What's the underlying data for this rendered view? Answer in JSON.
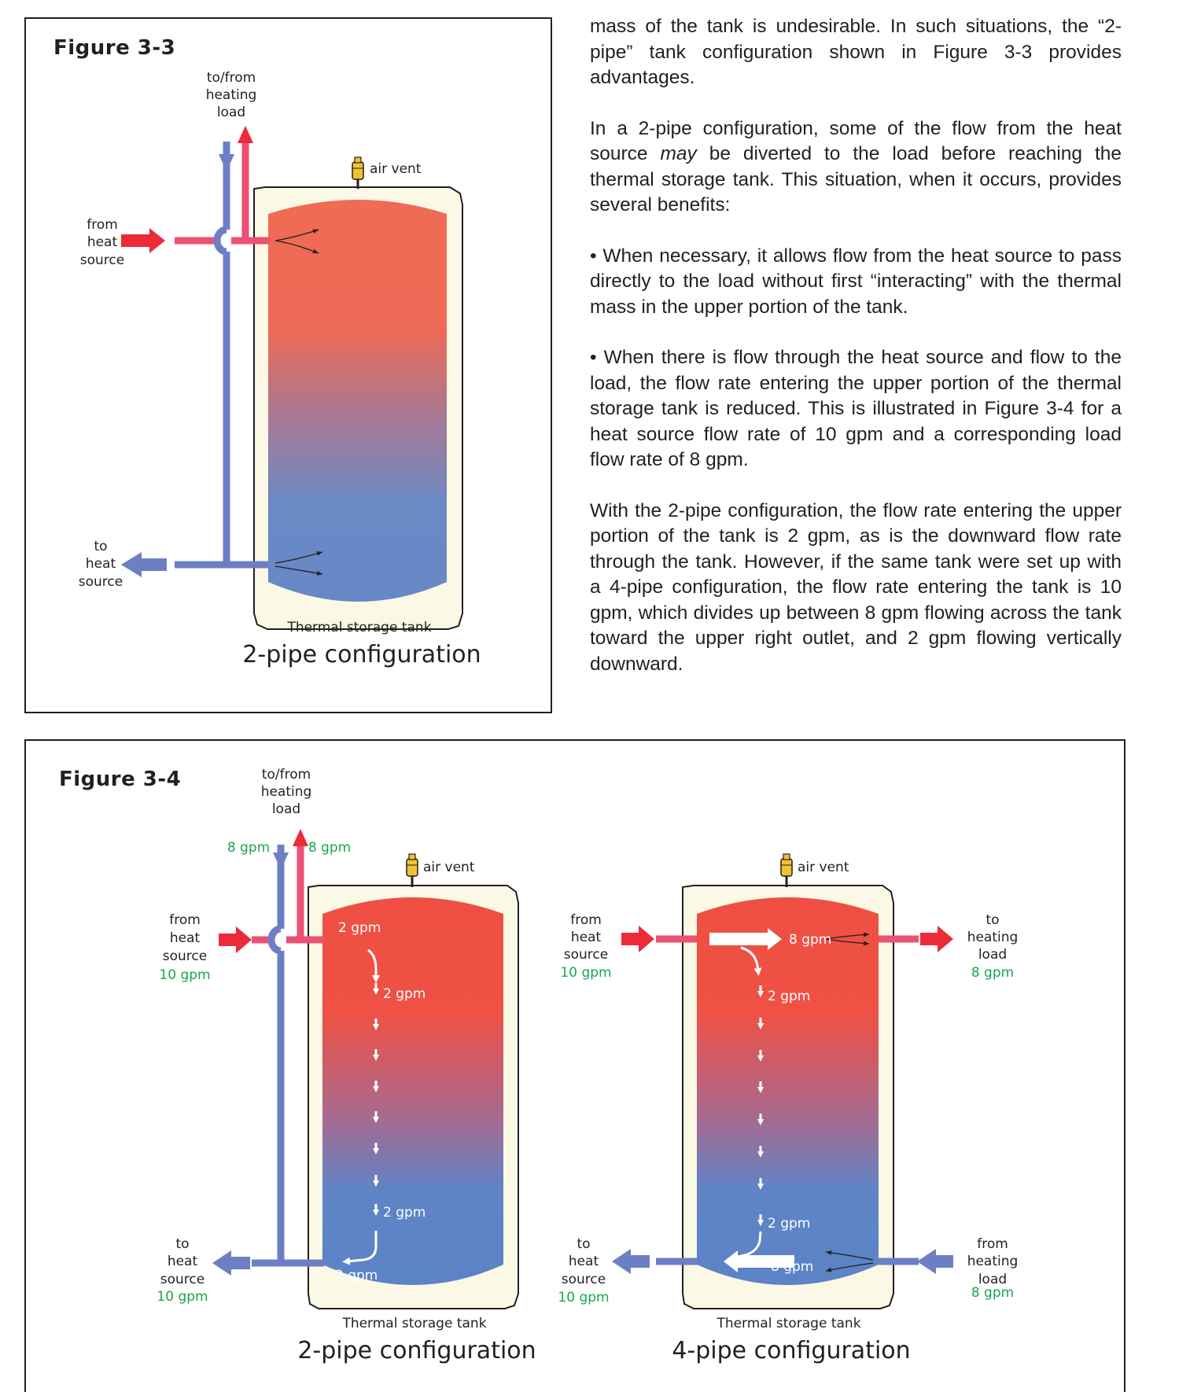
{
  "text": {
    "p1": "mass of the tank is undesirable. In such situations, the “2-pipe” tank configuration shown in Figure 3-3 provides advantages.",
    "p2_before": "In a 2-pipe configuration, some of the flow from the heat source ",
    "p2_em": "may",
    "p2_after": " be diverted to the load before reaching the thermal storage tank. This situation, when it occurs, provides several benefits:",
    "p3": "• When necessary, it allows flow from the heat source to pass directly to the load without first “interacting” with the thermal mass in the upper portion of the tank.",
    "p4": "• When there is flow through the heat source and flow to the load, the flow rate entering the upper portion of the thermal storage tank is reduced. This is illustrated in Figure 3-4 for a heat source flow rate of 10 gpm and a corresponding load flow rate of 8 gpm.",
    "p5": "With the 2-pipe configuration, the flow rate entering the upper portion of the tank is 2 gpm, as is the downward flow rate through the tank. However, if the same tank were set up with a 4-pipe configuration, the flow rate entering the tank is 10 gpm, which divides up between 8 gpm flowing across the tank toward the upper right outlet, and 2 gpm flowing vertically downward."
  },
  "fig33": {
    "title": "Figure 3-3",
    "load": [
      "to/from",
      "heating",
      "load"
    ],
    "from_source": [
      "from",
      "heat",
      "source"
    ],
    "to_source": [
      "to",
      "heat",
      "source"
    ],
    "air_vent": "air vent",
    "tank": "Thermal storage tank",
    "caption": "2-pipe configuration"
  },
  "fig34": {
    "title": "Figure 3-4",
    "left": {
      "load": [
        "to/from",
        "heating",
        "load"
      ],
      "load_down_flow": "8 gpm",
      "load_up_flow": "8 gpm",
      "from_source": [
        "from",
        "heat",
        "source"
      ],
      "from_source_flow": "10 gpm",
      "to_source": [
        "to",
        "heat",
        "source"
      ],
      "to_source_flow": "10 gpm",
      "air_vent": "air vent",
      "inflow": "2 gpm",
      "down_top": "2 gpm",
      "down_bottom": "2 gpm",
      "outflow": "2 gpm",
      "tank": "Thermal storage tank",
      "caption": "2-pipe configuration"
    },
    "right": {
      "air_vent": "air vent",
      "from_source": [
        "from",
        "heat",
        "source"
      ],
      "from_source_flow": "10 gpm",
      "to_load": [
        "to",
        "heating",
        "load"
      ],
      "to_load_flow": "8 gpm",
      "to_source": [
        "to",
        "heat",
        "source"
      ],
      "to_source_flow": "10 gpm",
      "from_load": [
        "from",
        "heating",
        "load"
      ],
      "from_load_flow": "8 gpm",
      "across_top": "8 gpm",
      "down_top": "2 gpm",
      "down_bottom": "2 gpm",
      "across_bottom": "8 gpm",
      "tank": "Thermal storage tank",
      "caption": "4-pipe configuration"
    }
  },
  "colors": {
    "hot": "#ef4035",
    "cold": "#5a80c2",
    "pipe_hot": "#ee5073",
    "pipe_cold": "#6d7fc4",
    "jacket": "#fbf8e6",
    "green": "#17a84a"
  }
}
